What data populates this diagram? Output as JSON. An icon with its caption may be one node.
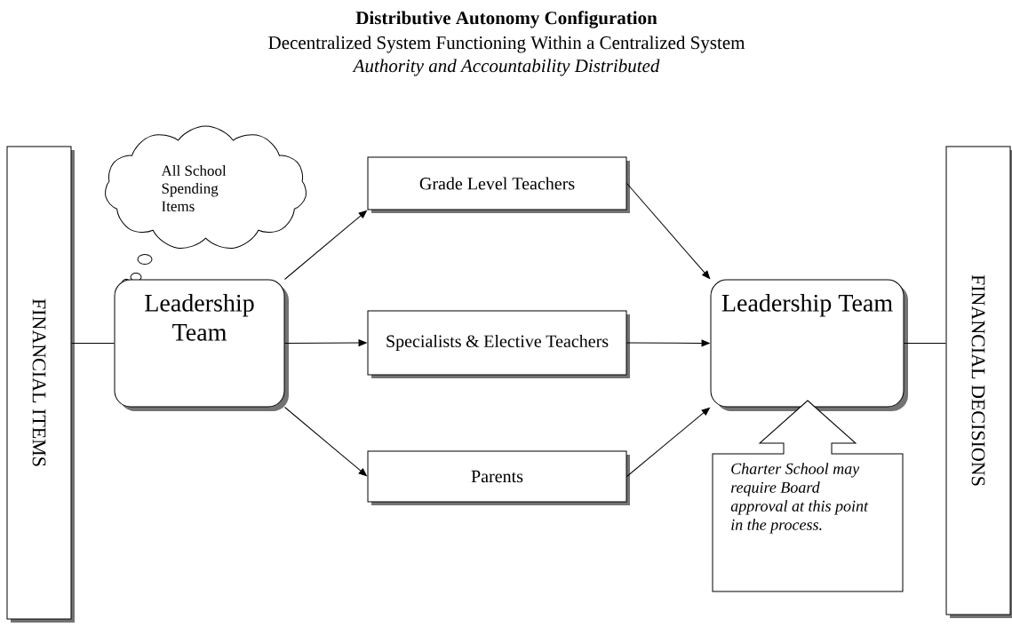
{
  "diagram": {
    "title": "Distributive Autonomy Configuration",
    "nodes": [
      {
        "text": [
          "FINANCIAL  ITEMS"
        ]
      },
      {
        "text": [
          "All School Spending Items"
        ]
      },
      {
        "text": [
          "Leadership Team"
        ]
      },
      {
        "text": [
          "Grade Level Teachers"
        ]
      },
      {
        "text": [
          "Specialists & Elective Teachers"
        ]
      },
      {
        "text": [
          "Parents"
        ]
      },
      {
        "text": [
          "Leadership Team"
        ]
      },
      {
        "text": [
          "Charter School may require Board approval at this point in the process."
        ]
      },
      {
        "text": [
          "FINANCIAL DECISIONS"
        ]
      }
    ],
    "edges": [
      {
        "from": 0,
        "to": 2,
        "arrow": "none"
      },
      {
        "from": 2,
        "to": 3,
        "arrow": "to"
      },
      {
        "from": 2,
        "to": 4,
        "arrow": "to"
      },
      {
        "from": 2,
        "to": 5,
        "arrow": "to"
      },
      {
        "from": 3,
        "to": 6,
        "arrow": "to"
      },
      {
        "from": 4,
        "to": 6,
        "arrow": "to"
      },
      {
        "from": 5,
        "to": 6,
        "arrow": "to"
      },
      {
        "from": 6,
        "to": 8,
        "arrow": "none"
      }
    ],
    "labels": [
      "Decentralized System Functioning Within a Centralized System",
      "*Authority and Accountability Distributed*"
    ]
  }
}
